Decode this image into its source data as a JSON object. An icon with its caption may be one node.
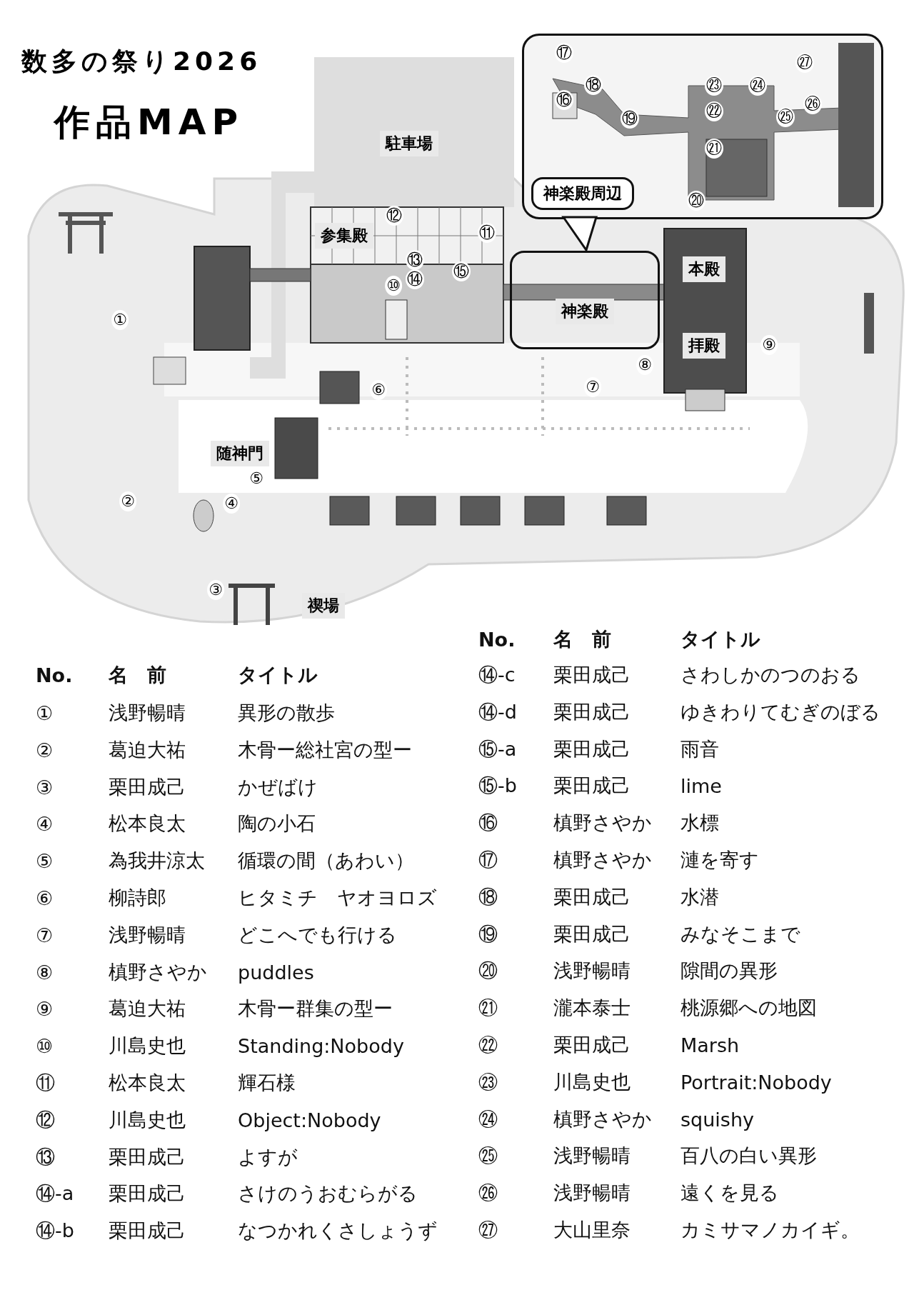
{
  "diagram": {
    "title": "数多の祭り2026",
    "nodes": [
      {
        "text": [
          "神楽殿周辺"
        ]
      },
      {
        "text": [
          "神楽殿"
        ]
      }
    ],
    "labels": [
      "作品MAP",
      "駐車場",
      "⑰",
      "㉗",
      "⑱",
      "㉓",
      "㉔",
      "⑯",
      "㉒",
      "㉖",
      "⑲",
      "㉕",
      "㉑",
      "⑳",
      "⑫",
      "参集殿",
      "⑪",
      "⑬",
      "⑮",
      "本殿",
      "⑩",
      "⑭",
      "①",
      "拝殿",
      "⑨",
      "⑧",
      "⑥",
      "⑦",
      "随神門",
      "⑤",
      "②",
      "④",
      "③",
      "禊場",
      "No.",
      "名　前",
      "タイトル",
      "①",
      "浅野暢晴",
      "異形の散歩",
      "②",
      "葛迫大祐",
      "木骨ー総社宮の型ー",
      "③",
      "栗田成己",
      "かぜばけ",
      "④",
      "松本良太",
      "陶の小石",
      "⑤",
      "為我井涼太",
      "循環の間（あわい）",
      "⑥",
      "柳詩郎",
      "ヒタミチ　ヤオヨロズ",
      "⑦",
      "浅野暢晴",
      "どこへでも行ける",
      "⑧",
      "槙野さやか",
      "puddles",
      "⑨",
      "葛迫大祐",
      "木骨ー群集の型ー",
      "⑩",
      "川島史也",
      "Standing:Nobody",
      "⑪",
      "松本良太",
      "輝石様",
      "⑫",
      "川島史也",
      "Object:Nobody",
      "⑬",
      "栗田成己",
      "よすが",
      "⑭-a",
      "栗田成己",
      "さけのうおむらがる",
      "⑭-b",
      "栗田成己",
      "なつかれくさしょうず",
      "No.",
      "名　前",
      "タイトル",
      "⑭-c",
      "栗田成己",
      "さわしかのつのおる",
      "⑭-d",
      "栗田成己",
      "ゆきわりてむぎのぼる",
      "⑮-a",
      "栗田成己",
      "雨音",
      "⑮-b",
      "栗田成己",
      "lime",
      "⑯",
      "槙野さやか",
      "水標",
      "⑰",
      "槙野さやか",
      "漣を寄す",
      "⑱",
      "栗田成己",
      "水潜",
      "⑲",
      "栗田成己",
      "みなそこまで",
      "⑳",
      "浅野暢晴",
      "隙間の異形",
      "㉑",
      "瀧本泰士",
      "桃源郷への地図",
      "㉒",
      "栗田成己",
      "Marsh",
      "㉓",
      "川島史也",
      "Portrait:Nobody",
      "㉔",
      "槙野さやか",
      "squishy",
      "㉕",
      "浅野暢晴",
      "百八の白い異形",
      "㉖",
      "浅野暢晴",
      "遠くを見る",
      "㉗",
      "大山里奈",
      "カミサマノカイギ。"
    ]
  }
}
